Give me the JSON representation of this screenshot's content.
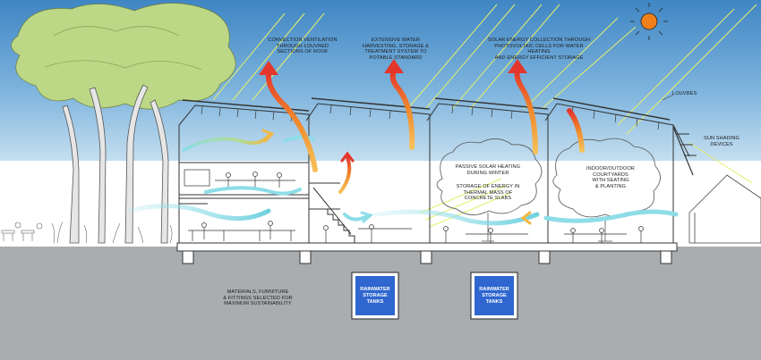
{
  "annotations": {
    "convection": "CONVECTION VENTILATION\nTHROUGH LOUVRED\nSECTIONS OF ROOF",
    "rainwater_system": "EXTENSIVE WATER\nHARVESTING, STORAGE &\nTREATMENT SYSTEM TO\nPOTABLE STANDARD",
    "solar_energy": "SOLAR ENERGY COLLECTION THROUGH\nPHOTOVOLTAIC CELLS FOR WATER HEATING\nAND ENERGY EFFICIENT STORAGE",
    "louvres": "LOUVRES",
    "sun_shading": "SUN SHADING\nDEVICES",
    "passive_solar": "PASSIVE SOLAR HEATING\nDURING WINTER",
    "thermal_mass": "STORAGE OF ENERGY IN\nTHERMAL MASS OF\nCONCRETE SLABS",
    "courtyards": "INDOOR/OUTDOOR\nCOURTYARDS\nWITH SEATING\n& PLANTING",
    "materials": "MATERIALS, FURNITURE\n& FITTINGS SELECTED FOR\nMAXIMUM SUSTAINABILITY"
  },
  "tanks": [
    {
      "label": "RAINWATER\nSTORAGE\nTANKS"
    },
    {
      "label": "RAINWATER\nSTORAGE\nTANKS"
    }
  ],
  "colors": {
    "sky_top": "#3f86c4",
    "sky_bottom": "#c6dff0",
    "ground": "#a9adaf",
    "tank_fill": "#2f66cf",
    "sun": "#f07f1c",
    "warm_air": "#e8402c",
    "cool_air": "#7ed6e2",
    "solar_rays": "#e4ef6a",
    "tree_foliage": "#bcd886"
  }
}
